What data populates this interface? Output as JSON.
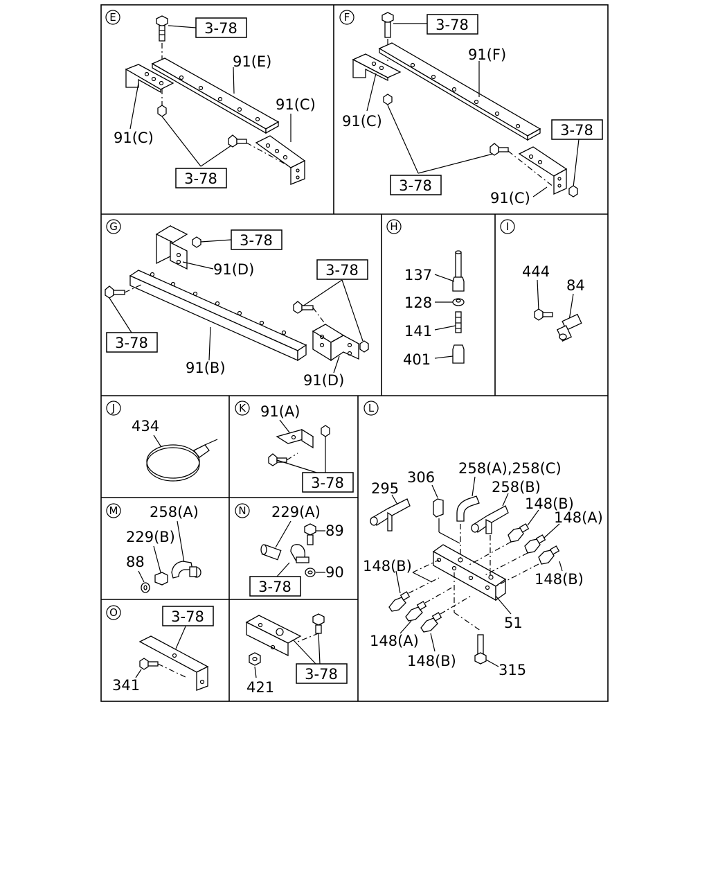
{
  "sections": [
    {
      "id": "E",
      "labels": [
        "3-78",
        "91(E)",
        "91(C)",
        "91(C)",
        "3-78"
      ]
    },
    {
      "id": "F",
      "labels": [
        "3-78",
        "91(F)",
        "91(C)",
        "3-78",
        "3-78",
        "91(C)"
      ]
    },
    {
      "id": "G",
      "labels": [
        "3-78",
        "91(D)",
        "3-78",
        "3-78",
        "91(B)",
        "91(D)"
      ]
    },
    {
      "id": "H",
      "labels": [
        "137",
        "128",
        "141",
        "401"
      ]
    },
    {
      "id": "I",
      "labels": [
        "444",
        "84"
      ]
    },
    {
      "id": "J",
      "labels": [
        "434"
      ]
    },
    {
      "id": "K",
      "labels": [
        "91(A)",
        "3-78"
      ]
    },
    {
      "id": "L",
      "labels": [
        "295",
        "306",
        "258(A),258(C)",
        "258(B)",
        "148(B)",
        "148(A)",
        "148(B)",
        "148(B)",
        "148(A)",
        "148(B)",
        "51",
        "315"
      ]
    },
    {
      "id": "M",
      "labels": [
        "258(A)",
        "229(B)",
        "88"
      ]
    },
    {
      "id": "N",
      "labels": [
        "229(A)",
        "89",
        "90",
        "3-78"
      ]
    },
    {
      "id": "O",
      "labels": [
        "3-78",
        "341"
      ]
    },
    {
      "id": "P",
      "labels": [
        "421",
        "3-78"
      ]
    }
  ],
  "circle_letters": [
    "E",
    "F",
    "G",
    "H",
    "I",
    "J",
    "K",
    "L",
    "M",
    "N",
    "O"
  ]
}
